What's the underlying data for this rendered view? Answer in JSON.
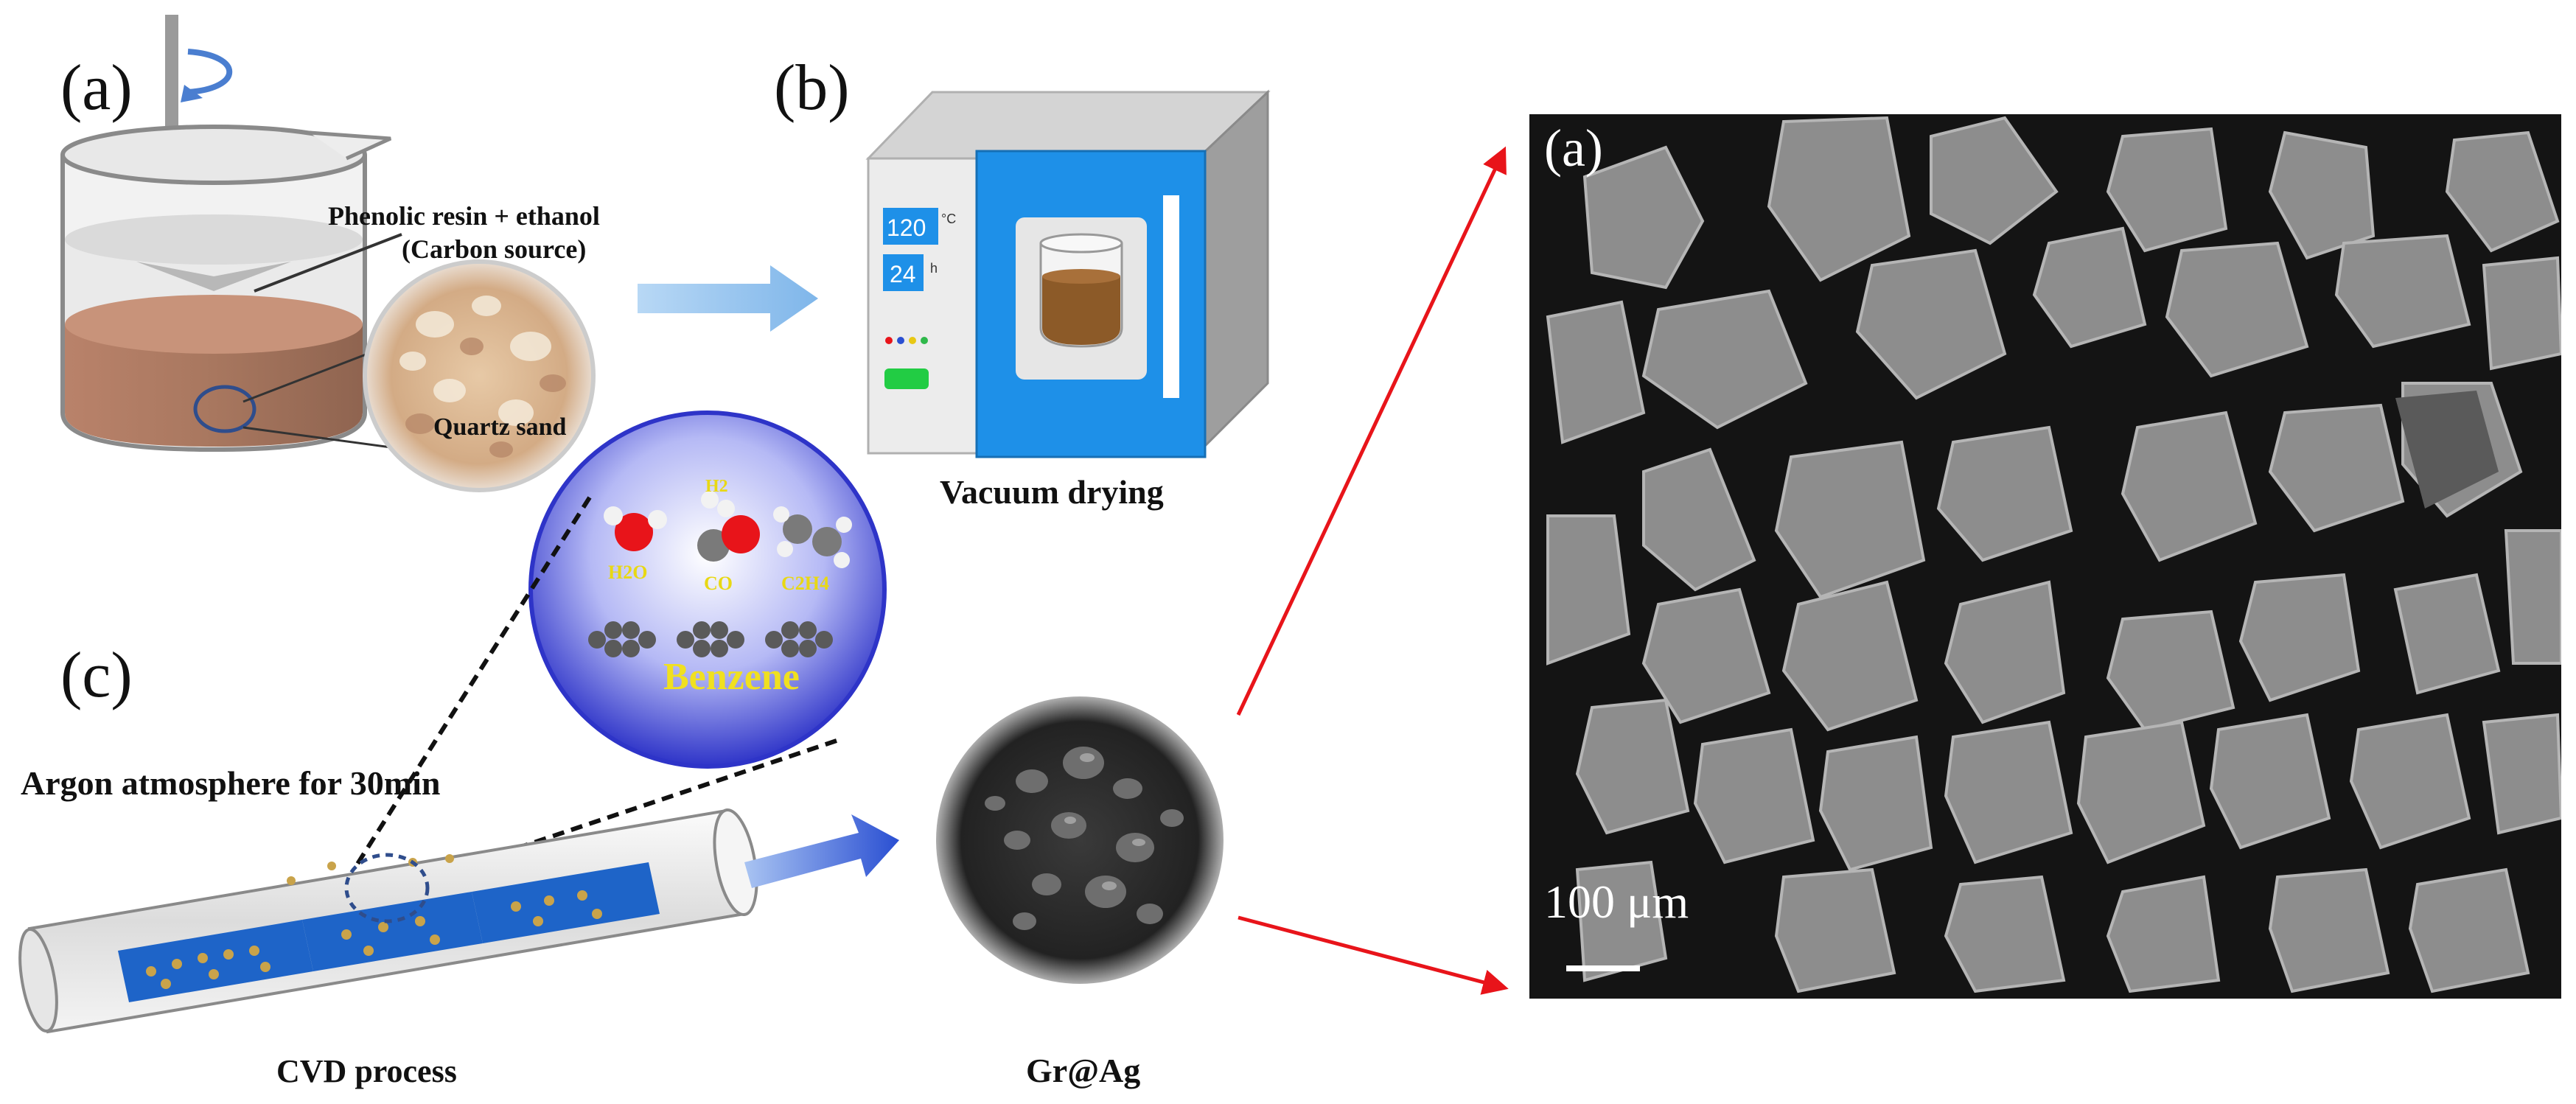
{
  "panels": {
    "a_label": "(a)",
    "b_label": "(b)",
    "c_label": "(c)",
    "sem_label": "(a)"
  },
  "beaker": {
    "solution_label": "Phenolic resin + ethanol",
    "source_label": "(Carbon source)",
    "zoom_label": "Quartz sand"
  },
  "oven": {
    "temperature": "120",
    "temperature_unit": "°C",
    "time": "24",
    "time_unit": "h",
    "caption": "Vacuum drying"
  },
  "molecules": {
    "water": "H2O",
    "hydrogen": "H2",
    "co": "CO",
    "ethylene": "C2H4",
    "benzene": "Benzene"
  },
  "cvd": {
    "atmosphere_label": "Argon atmosphere for 30min",
    "caption": "CVD process"
  },
  "product": {
    "caption": "Gr@Ag"
  },
  "sem": {
    "scale_label": "100 μm"
  },
  "colors": {
    "arrow_red": "#e8141a",
    "oven_blue": "#1e90e8",
    "sand_brown": "#a8775f",
    "molecule_sphere": "#3a3fd0"
  }
}
